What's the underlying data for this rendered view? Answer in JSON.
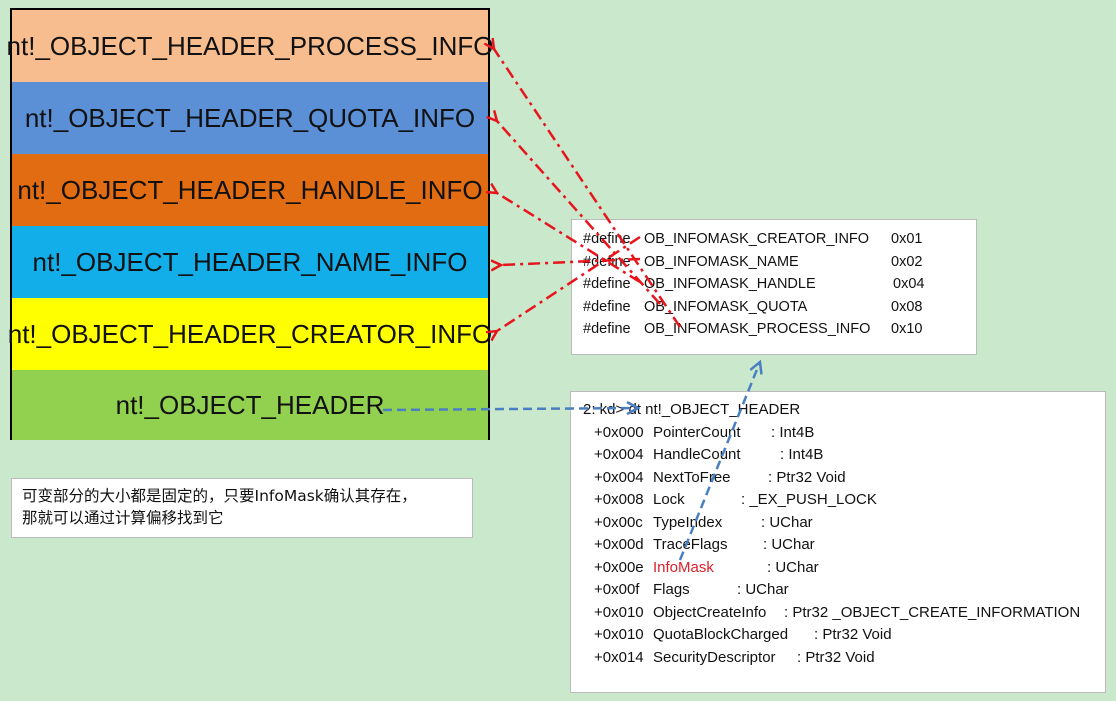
{
  "stack": {
    "blocks": [
      {
        "label": "nt!_OBJECT_HEADER_PROCESS_INFO",
        "color": "#f8bd8f"
      },
      {
        "label": "nt!_OBJECT_HEADER_QUOTA_INFO",
        "color": "#5b8fd6"
      },
      {
        "label": "nt!_OBJECT_HEADER_HANDLE_INFO",
        "color": "#e26c12"
      },
      {
        "label": "nt!_OBJECT_HEADER_NAME_INFO",
        "color": "#12aeea"
      },
      {
        "label": "nt!_OBJECT_HEADER_CREATOR_INFO",
        "color": "#ffff00"
      },
      {
        "label": "nt!_OBJECT_HEADER",
        "color": "#92d050"
      }
    ]
  },
  "defines": [
    {
      "kw": "#define",
      "name": "OB_INFOMASK_CREATOR_INFO",
      "value": "0x01"
    },
    {
      "kw": "#define",
      "name": "OB_INFOMASK_NAME",
      "value": "0x02"
    },
    {
      "kw": "#define",
      "name": "OB_INFOMASK_HANDLE",
      "value": "0x04"
    },
    {
      "kw": "#define",
      "name": "OB_INFOMASK_QUOTA",
      "value": "0x08"
    },
    {
      "kw": "#define",
      "name": "OB_INFOMASK_PROCESS_INFO",
      "value": "0x10"
    }
  ],
  "kd": {
    "command": "2: kd> dt nt!_OBJECT_HEADER",
    "fields": [
      {
        "offset": "+0x000",
        "name": "PointerCount",
        "type": ": Int4B"
      },
      {
        "offset": "+0x004",
        "name": "HandleCount",
        "type": ": Int4B"
      },
      {
        "offset": "+0x004",
        "name": "NextToFree",
        "type": ": Ptr32 Void"
      },
      {
        "offset": "+0x008",
        "name": "Lock",
        "type": ": _EX_PUSH_LOCK"
      },
      {
        "offset": "+0x00c",
        "name": "TypeIndex",
        "type": ": UChar"
      },
      {
        "offset": "+0x00d",
        "name": "TraceFlags",
        "type": ": UChar"
      },
      {
        "offset": "+0x00e",
        "name": "InfoMask",
        "type": ": UChar",
        "highlight": true
      },
      {
        "offset": "+0x00f",
        "name": "Flags",
        "type": ": UChar"
      },
      {
        "offset": "+0x010",
        "name": "ObjectCreateInfo",
        "type": ": Ptr32 _OBJECT_CREATE_INFORMATION"
      },
      {
        "offset": "+0x010",
        "name": "QuotaBlockCharged",
        "type": ": Ptr32 Void"
      },
      {
        "offset": "+0x014",
        "name": "SecurityDescriptor",
        "type": ": Ptr32 Void"
      }
    ]
  },
  "note": {
    "line1": "可变部分的大小都是固定的，只要InfoMask确认其存在，",
    "line2": "那就可以通过计算偏移找到它"
  },
  "colors": {
    "red_arrow": "#e8141c",
    "blue_arrow": "#4a7fc1",
    "highlight_text": "#e0202a"
  }
}
